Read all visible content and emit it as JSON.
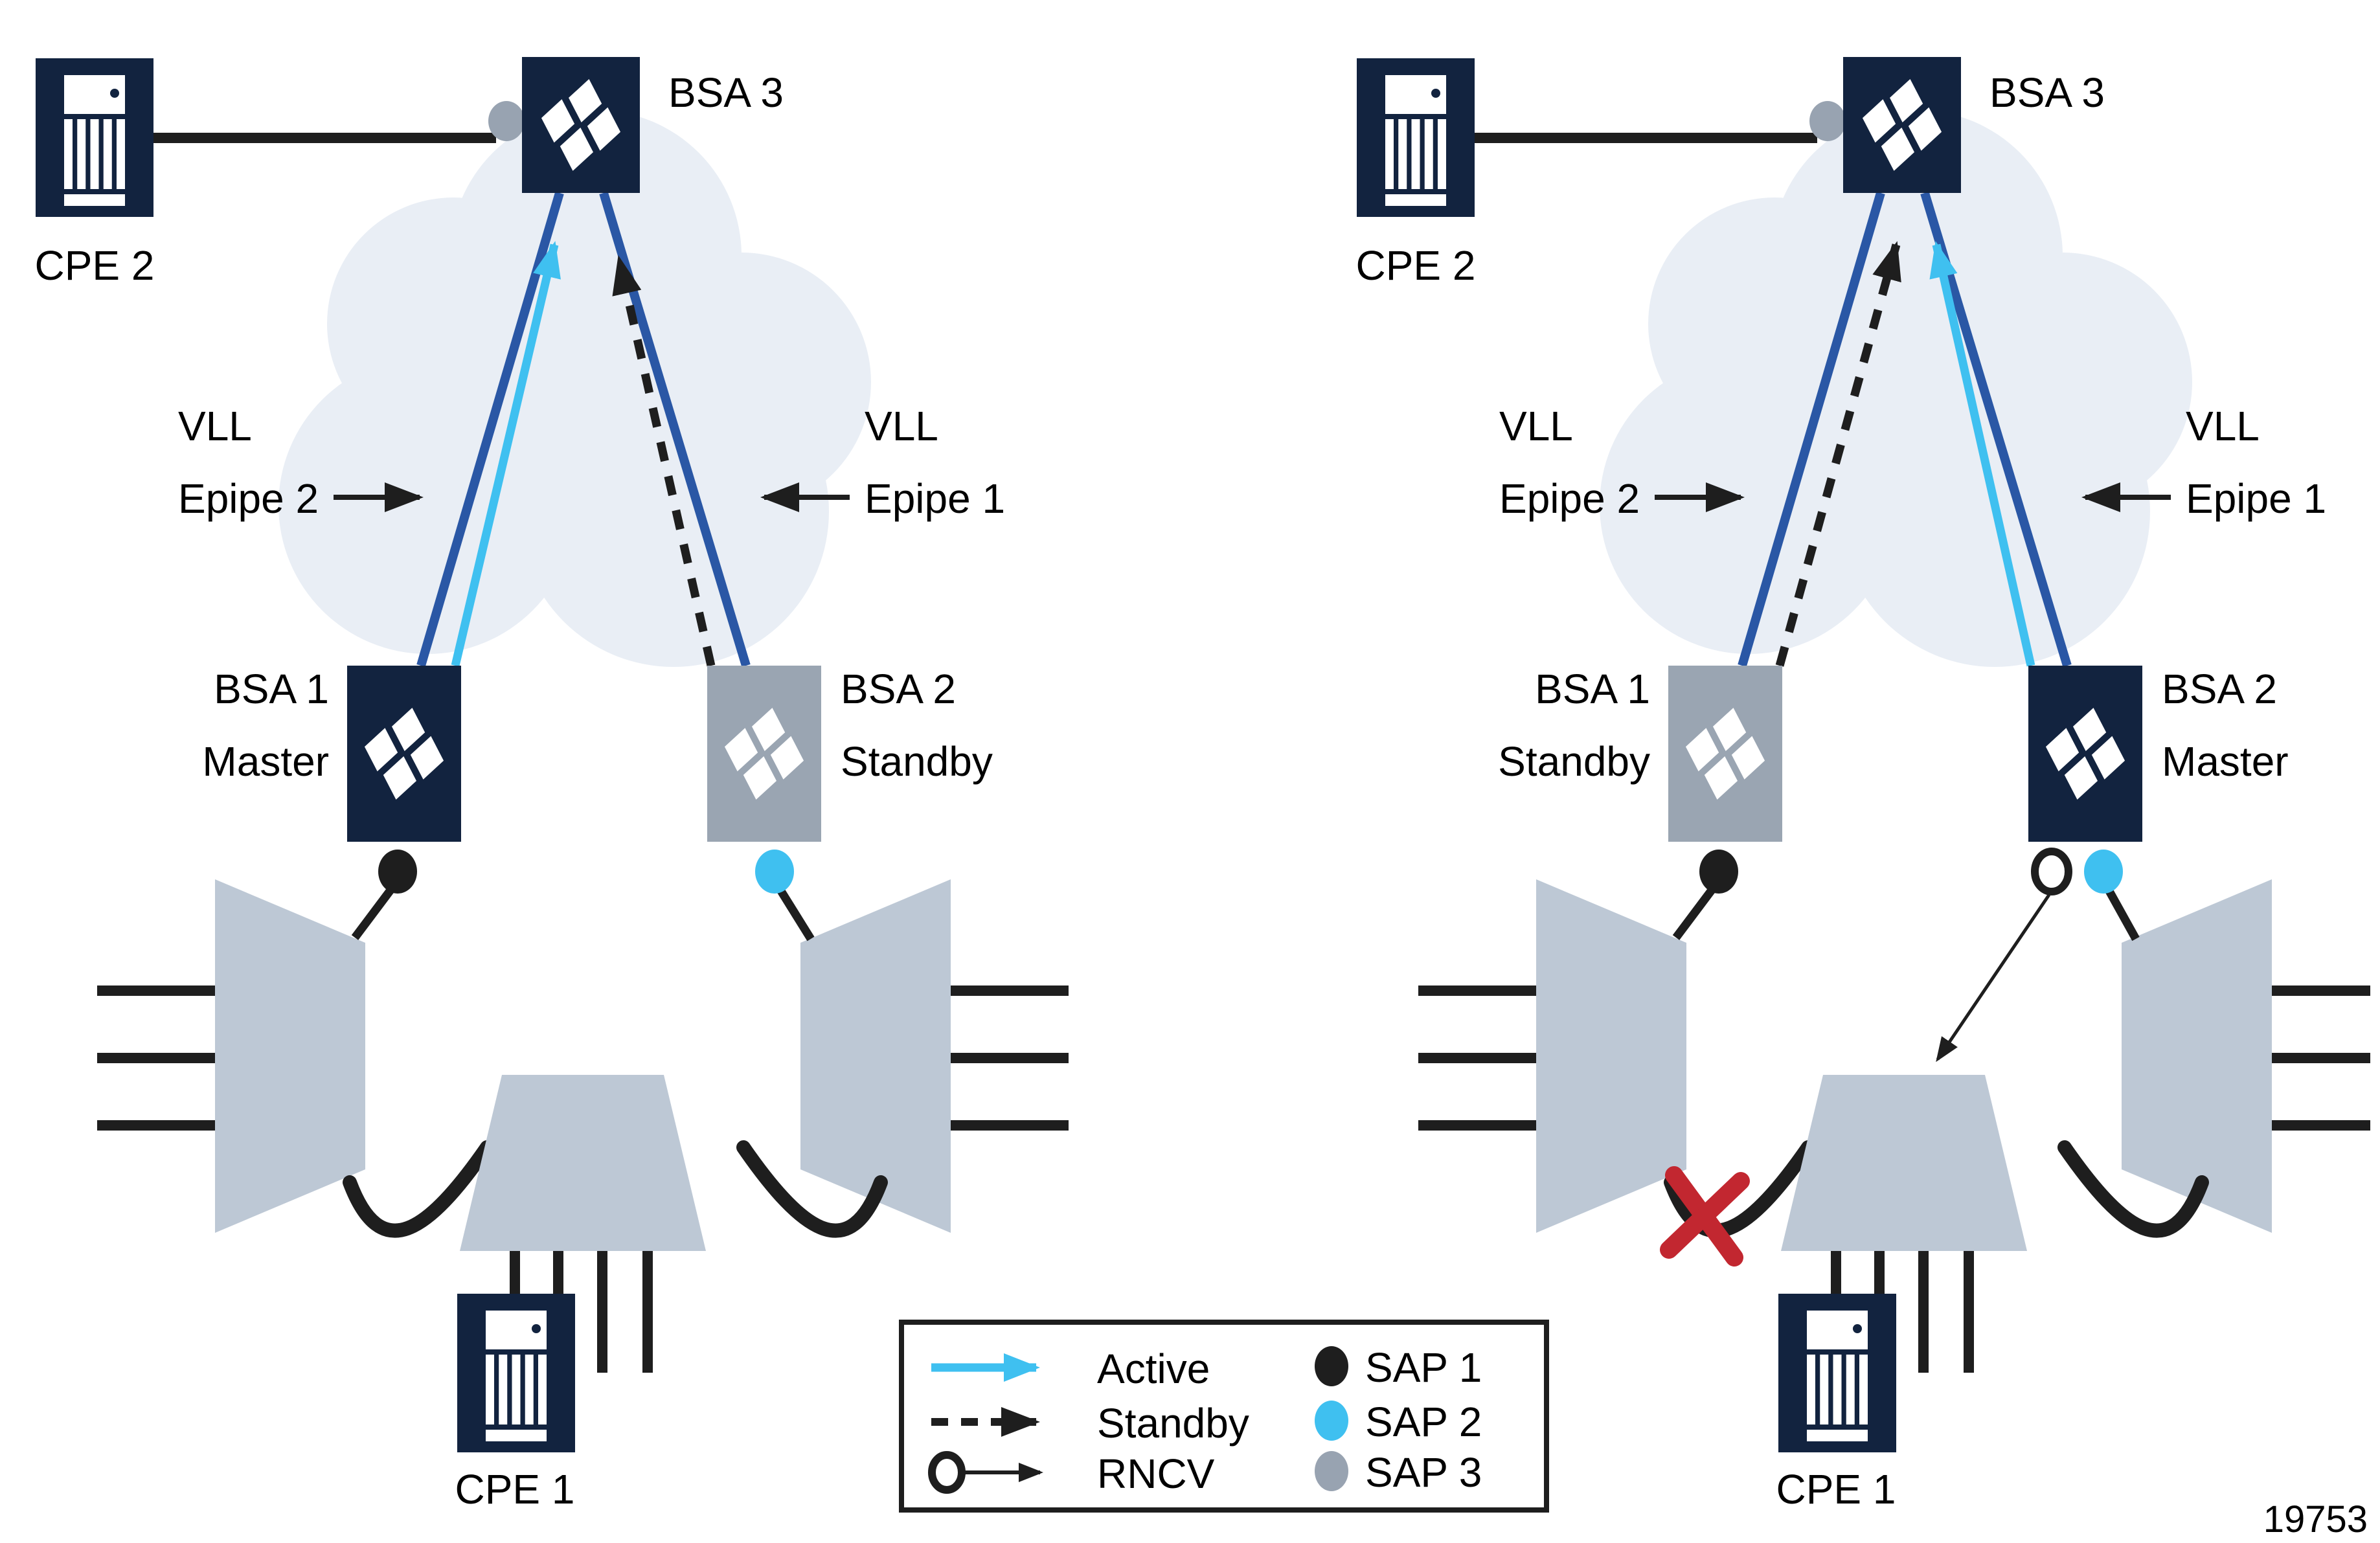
{
  "figure": {
    "number": "19753"
  },
  "colors": {
    "navy": "#12233f",
    "standby_gray": "#9aa5b2",
    "trapezoid_gray": "#bdc8d5",
    "cloud": "#e9eef5",
    "blue_line": "#2a57a5",
    "cyan": "#3fc0f0",
    "black": "#1e1e1e",
    "red_x": "#c22730",
    "sap3_gray": "#98a3b1"
  },
  "legend": {
    "flow_items": [
      {
        "label": "Active",
        "type": "active-arrow"
      },
      {
        "label": "Standby",
        "type": "standby-arrow"
      },
      {
        "label": "RNCV",
        "type": "rncv-arrow"
      }
    ],
    "sap_items": [
      {
        "label": "SAP 1",
        "color": "#1e1e1e"
      },
      {
        "label": "SAP 2",
        "color": "#3fc0f0"
      },
      {
        "label": "SAP 3",
        "color": "#98a3b1"
      }
    ]
  },
  "scenarios": [
    {
      "cpe2": "CPE 2",
      "bsa3": "BSA 3",
      "vll_left": [
        "VLL",
        "Epipe 2"
      ],
      "vll_right": [
        "VLL",
        "Epipe 1"
      ],
      "bsa1": [
        "BSA 1",
        "Master"
      ],
      "bsa2": [
        "BSA 2",
        "Standby"
      ],
      "cpe1": "CPE 1"
    },
    {
      "cpe2": "CPE 2",
      "bsa3": "BSA 3",
      "vll_left": [
        "VLL",
        "Epipe 2"
      ],
      "vll_right": [
        "VLL",
        "Epipe 1"
      ],
      "bsa1": [
        "BSA 1",
        "Standby"
      ],
      "bsa2": [
        "BSA 2",
        "Master"
      ],
      "cpe1": "CPE 1"
    }
  ]
}
